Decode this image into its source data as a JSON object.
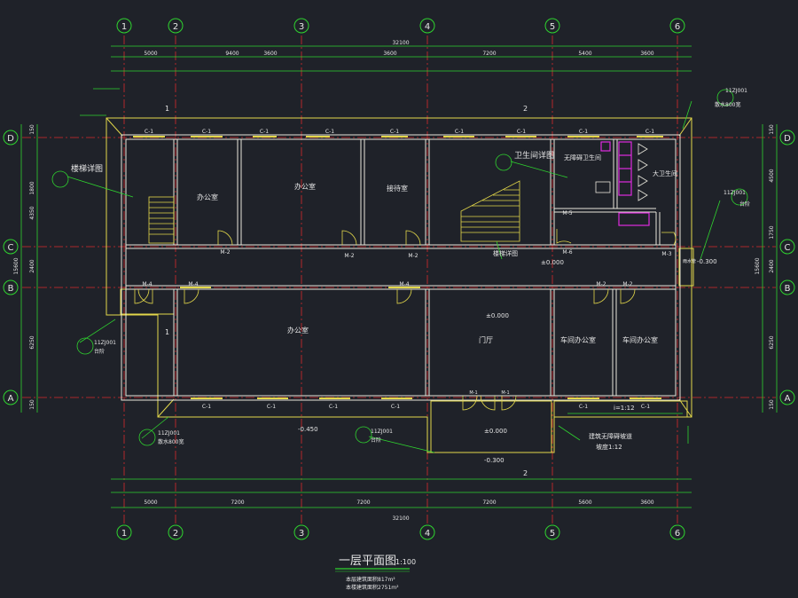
{
  "drawing": {
    "title": "一层平面图",
    "title_suffix": "1:100",
    "area_note_1": "本层建筑面积817m²",
    "area_note_2": "本楼建筑面积2751m²"
  },
  "axes_x": [
    "1",
    "2",
    "3",
    "4",
    "5",
    "6"
  ],
  "axes_y": [
    "D",
    "C",
    "B",
    "A"
  ],
  "dims": {
    "total": "32100",
    "top_bays": [
      "5000",
      "9400",
      "3600",
      "3600",
      "7200",
      "5400",
      "3600"
    ],
    "bottom_bays": [
      "5000",
      "7200",
      "7200",
      "7200",
      "5600",
      "3600"
    ],
    "left_side": [
      "150",
      "1800",
      "4350",
      "2400",
      "6250",
      "150"
    ],
    "right_side": [
      "150",
      "4500",
      "1750",
      "2400",
      "6250",
      "150"
    ],
    "left_total": "15600",
    "right_total": "15600"
  },
  "rooms": {
    "office_1": "办公室",
    "office_2": "办公室",
    "reception": "接待室",
    "office_big": "办公室",
    "lobby": "门厅",
    "workshop_1": "车间办公室",
    "workshop_2": "车间办公室",
    "accessible_wc": "无障碍卫生间",
    "wc": "大卫生间"
  },
  "labels": {
    "stair_detail": "楼梯详图",
    "wc_detail": "卫生间详图",
    "stair_detail_2": "楼梯详图",
    "ramp_note_1": "建筑无障碍坡道",
    "ramp_note_2": "坡度1:12",
    "ramp_slope": "i=1:12",
    "elev_0": "±0.000",
    "elev_0b": "±0.000",
    "elev_0c": "±0.000",
    "elev_neg30": "-0.300",
    "elev_neg30b": "-0.300",
    "elev_neg45": "-0.450",
    "section_1": "1",
    "section_2": "2",
    "window_c1": "C-1",
    "door_m2": "M-2",
    "door_m4": "M-4",
    "door_m5": "M-5",
    "door_m1": "M-1",
    "door_m3": "M-3",
    "door_m6": "M-6",
    "ref_a": "11ZJ001",
    "ref_b": "散水800宽",
    "ref_c": "台阶",
    "ref_d": "雨水管"
  },
  "colors": {
    "background": "#1f2229",
    "axis": "#d72b2b",
    "wall": "#e9e7dc",
    "outline": "#e3d84a",
    "dim": "#2fd42f",
    "text": "#e6e6e6",
    "magenta": "#e02be0"
  }
}
